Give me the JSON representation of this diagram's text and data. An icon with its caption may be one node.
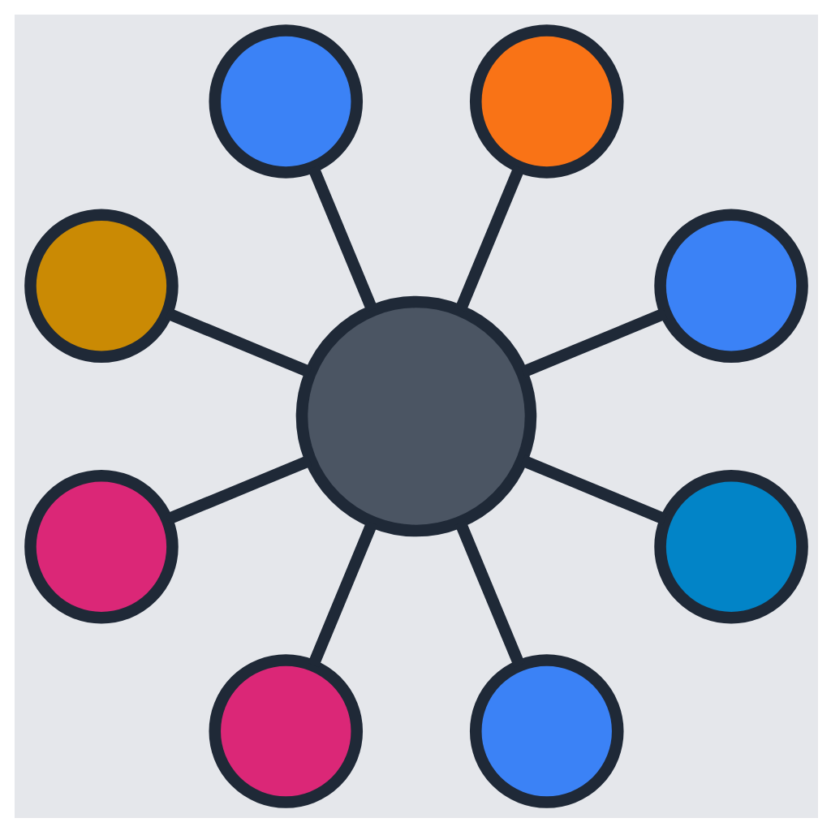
{
  "diagram": {
    "nodes": [
      {
        "text": [],
        "shape": "circle"
      },
      {
        "text": [],
        "shape": "circle"
      },
      {
        "text": [],
        "shape": "circle"
      },
      {
        "text": [],
        "shape": "circle"
      },
      {
        "text": [],
        "shape": "circle"
      },
      {
        "text": [],
        "shape": "circle"
      },
      {
        "text": [],
        "shape": "circle"
      },
      {
        "text": [],
        "shape": "circle"
      },
      {
        "text": [],
        "shape": "circle"
      }
    ],
    "edges": [
      {
        "from": 0,
        "to": 1,
        "arrow": "none"
      },
      {
        "from": 0,
        "to": 2,
        "arrow": "none"
      },
      {
        "from": 0,
        "to": 3,
        "arrow": "none"
      },
      {
        "from": 0,
        "to": 4,
        "arrow": "none"
      },
      {
        "from": 0,
        "to": 5,
        "arrow": "none"
      },
      {
        "from": 0,
        "to": 6,
        "arrow": "none"
      },
      {
        "from": 0,
        "to": 7,
        "arrow": "none"
      },
      {
        "from": 0,
        "to": 8,
        "arrow": "none"
      }
    ]
  }
}
